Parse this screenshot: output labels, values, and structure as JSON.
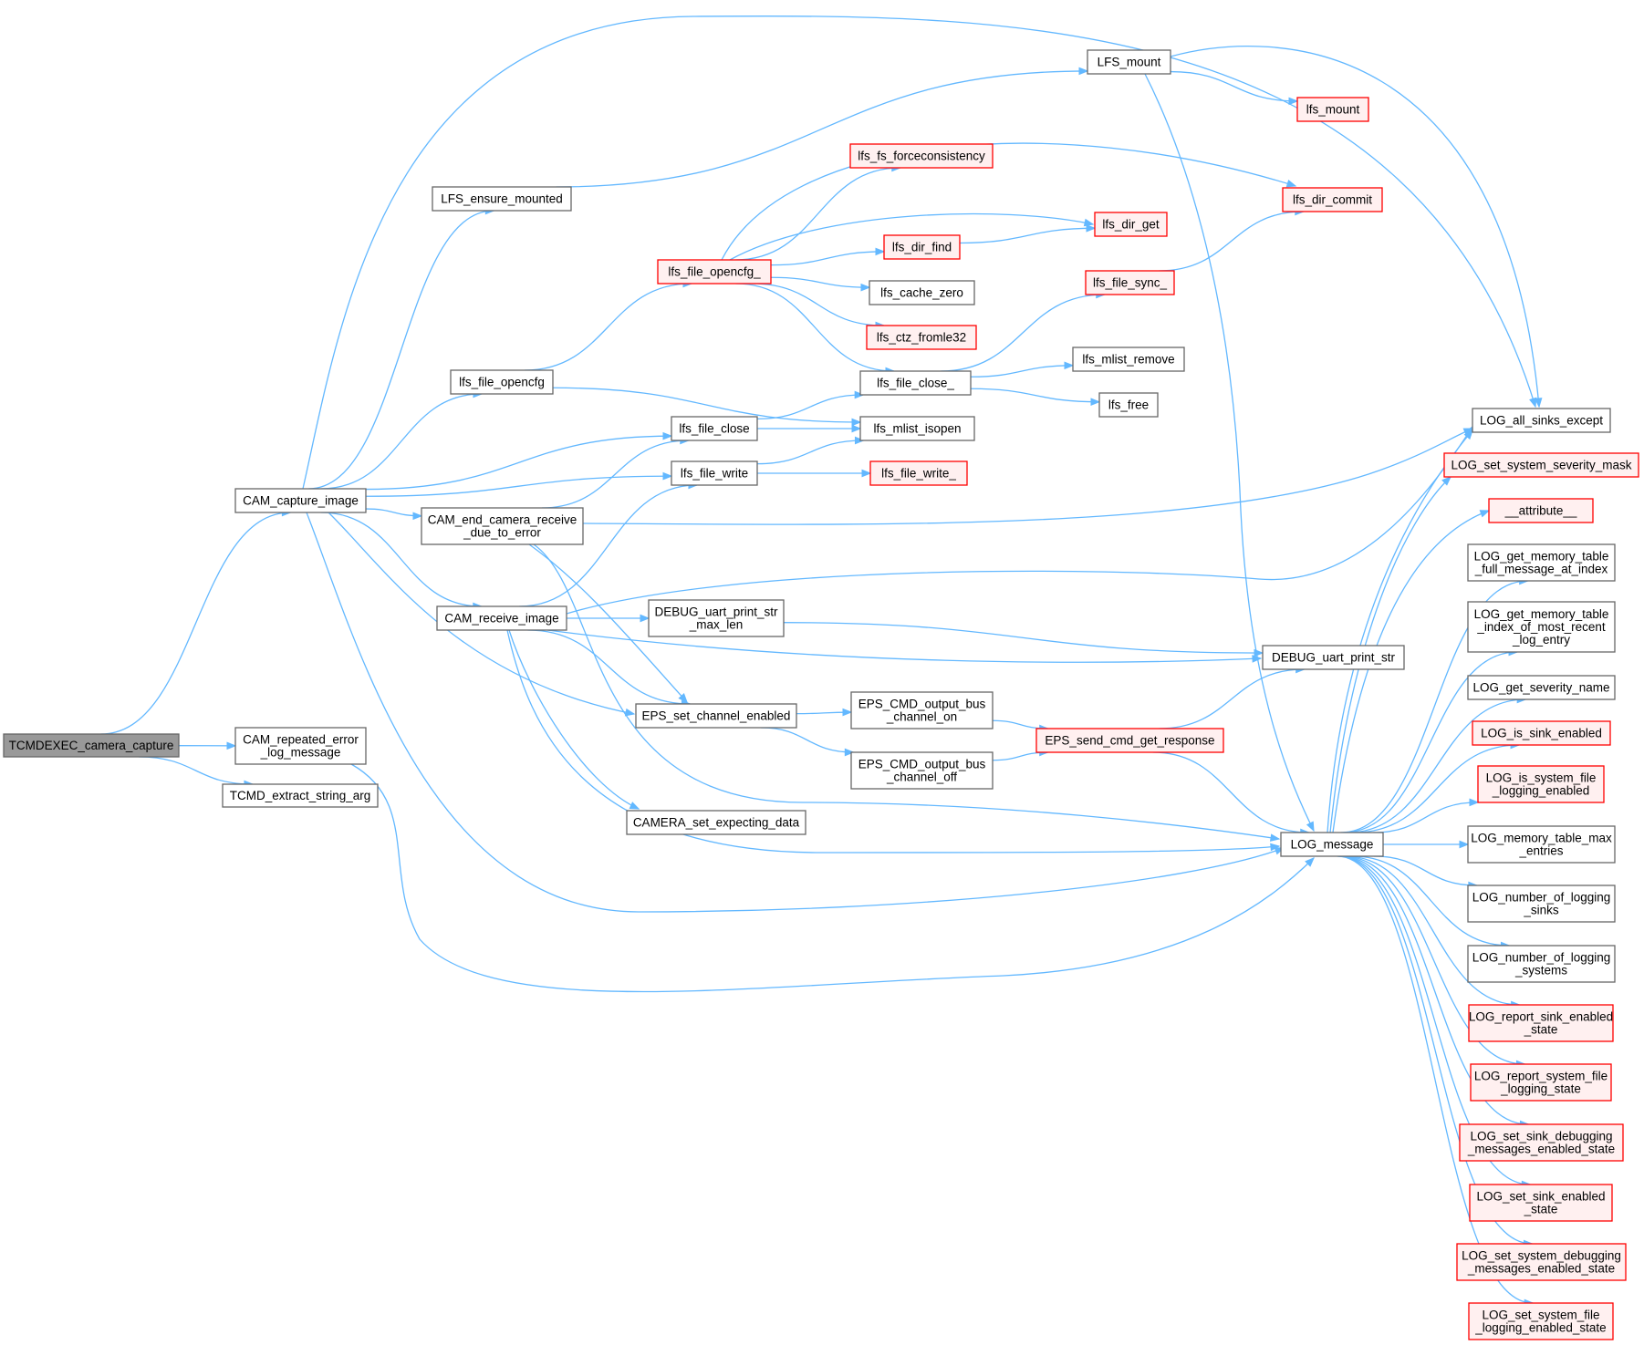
{
  "colors": {
    "edge": "#63b8ff",
    "node_border": "#666666",
    "node_fill": "#ffffff",
    "root_fill": "#999999",
    "flagged_border": "#ff0000",
    "flagged_fill": "#fff0f0"
  },
  "nodes": [
    {
      "id": "tcmdexec",
      "lines": [
        "TCMDEXEC_camera_capture"
      ],
      "style": "root"
    },
    {
      "id": "cam_capture",
      "lines": [
        "CAM_capture_image"
      ],
      "style": "normal"
    },
    {
      "id": "cam_repeated",
      "lines": [
        "CAM_repeated_error",
        "_log_message"
      ],
      "style": "normal"
    },
    {
      "id": "tcmd_extract",
      "lines": [
        "TCMD_extract_string_arg"
      ],
      "style": "normal"
    },
    {
      "id": "lfs_ensure",
      "lines": [
        "LFS_ensure_mounted"
      ],
      "style": "normal"
    },
    {
      "id": "lfs_file_opencfg",
      "lines": [
        "lfs_file_opencfg"
      ],
      "style": "normal"
    },
    {
      "id": "cam_end",
      "lines": [
        "CAM_end_camera_receive",
        "_due_to_error"
      ],
      "style": "normal"
    },
    {
      "id": "cam_receive",
      "lines": [
        "CAM_receive_image"
      ],
      "style": "normal"
    },
    {
      "id": "lfs_file_opencfg_",
      "lines": [
        "lfs_file_opencfg_"
      ],
      "style": "red"
    },
    {
      "id": "lfs_file_close",
      "lines": [
        "lfs_file_close"
      ],
      "style": "normal"
    },
    {
      "id": "lfs_file_write",
      "lines": [
        "lfs_file_write"
      ],
      "style": "normal"
    },
    {
      "id": "debug_print_max",
      "lines": [
        "DEBUG_uart_print_str",
        "_max_len"
      ],
      "style": "normal"
    },
    {
      "id": "eps_set",
      "lines": [
        "EPS_set_channel_enabled"
      ],
      "style": "normal"
    },
    {
      "id": "camera_expect",
      "lines": [
        "CAMERA_set_expecting_data"
      ],
      "style": "normal"
    },
    {
      "id": "lfs_fs_force",
      "lines": [
        "lfs_fs_forceconsistency"
      ],
      "style": "red"
    },
    {
      "id": "lfs_dir_find",
      "lines": [
        "lfs_dir_find"
      ],
      "style": "red"
    },
    {
      "id": "lfs_cache_zero",
      "lines": [
        "lfs_cache_zero"
      ],
      "style": "normal"
    },
    {
      "id": "lfs_ctz",
      "lines": [
        "lfs_ctz_fromle32"
      ],
      "style": "red"
    },
    {
      "id": "lfs_file_close_",
      "lines": [
        "lfs_file_close_"
      ],
      "style": "normal"
    },
    {
      "id": "lfs_mlist_isopen",
      "lines": [
        "lfs_mlist_isopen"
      ],
      "style": "normal"
    },
    {
      "id": "lfs_file_write_",
      "lines": [
        "lfs_file_write_"
      ],
      "style": "red"
    },
    {
      "id": "eps_on",
      "lines": [
        "EPS_CMD_output_bus",
        "_channel_on"
      ],
      "style": "normal"
    },
    {
      "id": "eps_off",
      "lines": [
        "EPS_CMD_output_bus",
        "_channel_off"
      ],
      "style": "normal"
    },
    {
      "id": "lfs_mount_upper",
      "lines": [
        "LFS_mount"
      ],
      "style": "normal"
    },
    {
      "id": "lfs_dir_get",
      "lines": [
        "lfs_dir_get"
      ],
      "style": "red"
    },
    {
      "id": "lfs_file_sync_",
      "lines": [
        "lfs_file_sync_"
      ],
      "style": "red"
    },
    {
      "id": "lfs_mlist_remove",
      "lines": [
        "lfs_mlist_remove"
      ],
      "style": "normal"
    },
    {
      "id": "lfs_free",
      "lines": [
        "lfs_free"
      ],
      "style": "normal"
    },
    {
      "id": "eps_send",
      "lines": [
        "EPS_send_cmd_get_response"
      ],
      "style": "red"
    },
    {
      "id": "lfs_mount",
      "lines": [
        "lfs_mount"
      ],
      "style": "red"
    },
    {
      "id": "lfs_dir_commit",
      "lines": [
        "lfs_dir_commit"
      ],
      "style": "red"
    },
    {
      "id": "debug_print",
      "lines": [
        "DEBUG_uart_print_str"
      ],
      "style": "normal"
    },
    {
      "id": "log_message",
      "lines": [
        "LOG_message"
      ],
      "style": "normal"
    },
    {
      "id": "log_all_sinks",
      "lines": [
        "LOG_all_sinks_except"
      ],
      "style": "normal"
    },
    {
      "id": "log_set_sys_sev",
      "lines": [
        "LOG_set_system_severity_mask"
      ],
      "style": "red"
    },
    {
      "id": "attribute",
      "lines": [
        "__attribute__"
      ],
      "style": "red"
    },
    {
      "id": "log_mem_full",
      "lines": [
        "LOG_get_memory_table",
        "_full_message_at_index"
      ],
      "style": "normal"
    },
    {
      "id": "log_mem_index",
      "lines": [
        "LOG_get_memory_table",
        "_index_of_most_recent",
        "_log_entry"
      ],
      "style": "normal"
    },
    {
      "id": "log_sev_name",
      "lines": [
        "LOG_get_severity_name"
      ],
      "style": "normal"
    },
    {
      "id": "log_is_sink",
      "lines": [
        "LOG_is_sink_enabled"
      ],
      "style": "red"
    },
    {
      "id": "log_is_sys_file",
      "lines": [
        "LOG_is_system_file",
        "_logging_enabled"
      ],
      "style": "red"
    },
    {
      "id": "log_mem_max",
      "lines": [
        "LOG_memory_table_max",
        "_entries"
      ],
      "style": "normal"
    },
    {
      "id": "log_num_sinks",
      "lines": [
        "LOG_number_of_logging",
        "_sinks"
      ],
      "style": "normal"
    },
    {
      "id": "log_num_systems",
      "lines": [
        "LOG_number_of_logging",
        "_systems"
      ],
      "style": "normal"
    },
    {
      "id": "log_report_sink",
      "lines": [
        "LOG_report_sink_enabled",
        "_state"
      ],
      "style": "red"
    },
    {
      "id": "log_report_sys",
      "lines": [
        "LOG_report_system_file",
        "_logging_state"
      ],
      "style": "red"
    },
    {
      "id": "log_set_sink_dbg",
      "lines": [
        "LOG_set_sink_debugging",
        "_messages_enabled_state"
      ],
      "style": "red"
    },
    {
      "id": "log_set_sink_en",
      "lines": [
        "LOG_set_sink_enabled",
        "_state"
      ],
      "style": "red"
    },
    {
      "id": "log_set_sys_dbg",
      "lines": [
        "LOG_set_system_debugging",
        "_messages_enabled_state"
      ],
      "style": "red"
    },
    {
      "id": "log_set_sys_file",
      "lines": [
        "LOG_set_system_file",
        "_logging_enabled_state"
      ],
      "style": "red"
    }
  ],
  "edges": [
    [
      "tcmdexec",
      "cam_capture"
    ],
    [
      "tcmdexec",
      "cam_repeated"
    ],
    [
      "tcmdexec",
      "tcmd_extract"
    ],
    [
      "cam_capture",
      "lfs_ensure"
    ],
    [
      "cam_capture",
      "lfs_file_opencfg"
    ],
    [
      "cam_capture",
      "lfs_file_close"
    ],
    [
      "cam_capture",
      "lfs_file_write"
    ],
    [
      "cam_capture",
      "cam_end"
    ],
    [
      "cam_capture",
      "cam_receive"
    ],
    [
      "cam_capture",
      "eps_set"
    ],
    [
      "cam_capture",
      "log_message"
    ],
    [
      "cam_capture",
      "log_all_sinks"
    ],
    [
      "cam_repeated",
      "log_message"
    ],
    [
      "lfs_ensure",
      "lfs_mount_upper"
    ],
    [
      "lfs_file_opencfg",
      "lfs_file_opencfg_"
    ],
    [
      "lfs_file_opencfg",
      "lfs_mlist_isopen"
    ],
    [
      "cam_end",
      "lfs_file_close"
    ],
    [
      "cam_end",
      "eps_set"
    ],
    [
      "cam_end",
      "log_all_sinks"
    ],
    [
      "cam_end",
      "log_message"
    ],
    [
      "cam_receive",
      "lfs_file_write"
    ],
    [
      "cam_receive",
      "debug_print_max"
    ],
    [
      "cam_receive",
      "eps_set"
    ],
    [
      "cam_receive",
      "camera_expect"
    ],
    [
      "cam_receive",
      "debug_print"
    ],
    [
      "cam_receive",
      "log_message"
    ],
    [
      "cam_receive",
      "log_all_sinks"
    ],
    [
      "lfs_file_opencfg_",
      "lfs_fs_force"
    ],
    [
      "lfs_file_opencfg_",
      "lfs_dir_get"
    ],
    [
      "lfs_file_opencfg_",
      "lfs_dir_find"
    ],
    [
      "lfs_file_opencfg_",
      "lfs_cache_zero"
    ],
    [
      "lfs_file_opencfg_",
      "lfs_ctz"
    ],
    [
      "lfs_file_opencfg_",
      "lfs_file_close_"
    ],
    [
      "lfs_file_opencfg_",
      "lfs_dir_commit"
    ],
    [
      "lfs_file_close",
      "lfs_file_close_"
    ],
    [
      "lfs_file_close",
      "lfs_mlist_isopen"
    ],
    [
      "lfs_file_write",
      "lfs_mlist_isopen"
    ],
    [
      "lfs_file_write",
      "lfs_file_write_"
    ],
    [
      "debug_print_max",
      "debug_print"
    ],
    [
      "eps_set",
      "eps_on"
    ],
    [
      "eps_set",
      "eps_off"
    ],
    [
      "eps_on",
      "eps_send"
    ],
    [
      "eps_off",
      "eps_send"
    ],
    [
      "eps_send",
      "debug_print"
    ],
    [
      "eps_send",
      "log_message"
    ],
    [
      "lfs_dir_find",
      "lfs_dir_get"
    ],
    [
      "lfs_file_close_",
      "lfs_file_sync_"
    ],
    [
      "lfs_file_close_",
      "lfs_mlist_remove"
    ],
    [
      "lfs_file_close_",
      "lfs_free"
    ],
    [
      "lfs_file_sync_",
      "lfs_dir_commit"
    ],
    [
      "lfs_mount_upper",
      "lfs_mount"
    ],
    [
      "lfs_mount_upper",
      "log_all_sinks"
    ],
    [
      "lfs_mount_upper",
      "log_message"
    ],
    [
      "log_message",
      "log_all_sinks"
    ],
    [
      "log_message",
      "log_set_sys_sev"
    ],
    [
      "log_message",
      "attribute"
    ],
    [
      "log_message",
      "log_mem_full"
    ],
    [
      "log_message",
      "log_mem_index"
    ],
    [
      "log_message",
      "log_sev_name"
    ],
    [
      "log_message",
      "log_is_sink"
    ],
    [
      "log_message",
      "log_is_sys_file"
    ],
    [
      "log_message",
      "log_mem_max"
    ],
    [
      "log_message",
      "log_num_sinks"
    ],
    [
      "log_message",
      "log_num_systems"
    ],
    [
      "log_message",
      "log_report_sink"
    ],
    [
      "log_message",
      "log_report_sys"
    ],
    [
      "log_message",
      "log_set_sink_dbg"
    ],
    [
      "log_message",
      "log_set_sink_en"
    ],
    [
      "log_message",
      "log_set_sys_dbg"
    ],
    [
      "log_message",
      "log_set_sys_file"
    ]
  ]
}
